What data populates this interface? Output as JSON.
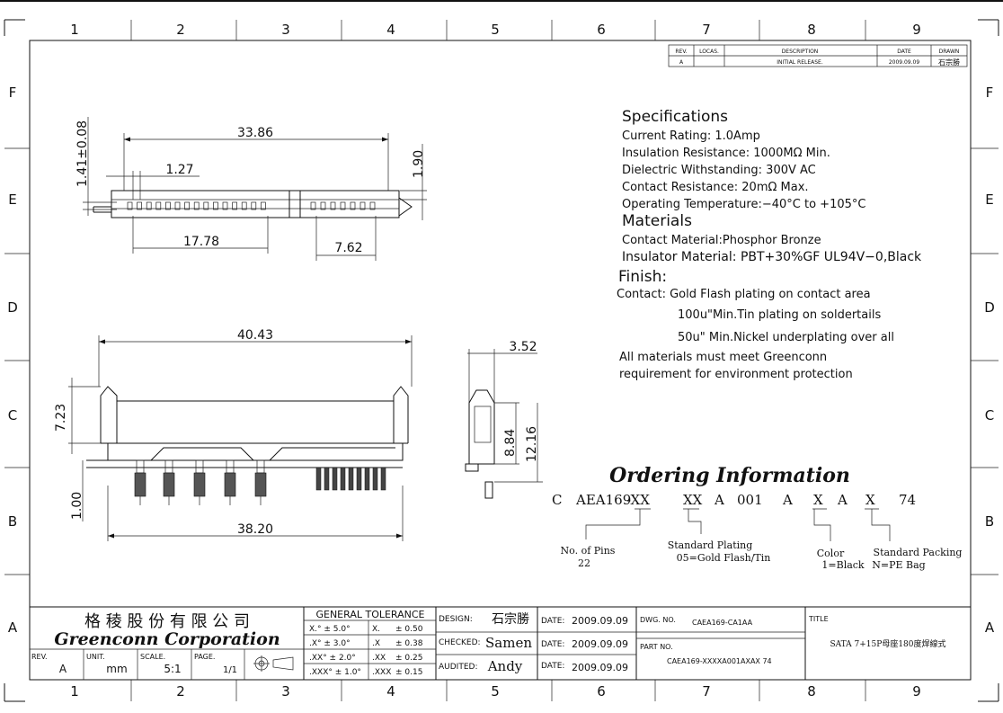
{
  "frame": {
    "columns": [
      "1",
      "2",
      "3",
      "4",
      "5",
      "6",
      "7",
      "8",
      "9"
    ],
    "rows": [
      "F",
      "E",
      "D",
      "C",
      "B",
      "A"
    ]
  },
  "revision": {
    "headers": [
      "REV.",
      "LOCAS.",
      "DESCRIPTION",
      "DATE",
      "DRAWN"
    ],
    "row": [
      "A",
      "",
      "INITIAL RELEASE.",
      "2009.09.09",
      "石宗勝"
    ]
  },
  "specifications": {
    "heading": "Specifications",
    "lines": [
      "Current Rating: 1.0Amp",
      "Insulation Resistance: 1000MΩ Min.",
      "Dielectric Withstanding: 300V AC",
      "Contact Resistance: 20mΩ Max.",
      "Operating Temperature:−40°C to +105°C"
    ],
    "materials_heading": "Materials",
    "materials": [
      "Contact Material:Phosphor Bronze",
      "Insulator Material: PBT+30%GF UL94V−0,Black"
    ],
    "finish_heading": "Finish:",
    "finish": [
      "Contact: Gold Flash plating on contact area",
      "100u\"Min.Tin plating on soldertails",
      "50u\" Min.Nickel underplating over all"
    ],
    "env": [
      "All materials must meet Greenconn",
      "requirement for environment protection"
    ]
  },
  "dimensions": {
    "d1": "33.86",
    "d2": "1.41±0.08",
    "d3": "1.27",
    "d4": "1.90",
    "d5": "17.78",
    "d6": "7.62",
    "d7": "40.43",
    "d8": "7.23",
    "d9": "1.00",
    "d10": "38.20",
    "d11": "3.52",
    "d12": "8.84",
    "d13": "12.16"
  },
  "ordering": {
    "title": "Ordering Information",
    "code": [
      "C",
      "AEA169",
      "-XX",
      "XX",
      "A",
      "001",
      "A",
      "X",
      "A",
      "X",
      "74"
    ],
    "pins_label": "No. of Pins",
    "pins_value": "22",
    "plating_label": "Standard Plating",
    "plating_value": "05=Gold Flash/Tin",
    "color_label": "Color",
    "color_value": "1=Black",
    "packing_label": "Standard Packing",
    "packing_value": "N=PE Bag"
  },
  "title_block": {
    "company_cn": "格 稜 股 份 有 限 公 司",
    "company_en": "Greenconn Corporation",
    "rev_label": "REV.",
    "rev_value": "A",
    "unit_label": "UNIT.",
    "unit_value": "mm",
    "scale_label": "SCALE.",
    "scale_value": "5:1",
    "page_label": "PAGE.",
    "page_value": "1/1",
    "tol_heading": "GENERAL TOLERANCE",
    "tol": [
      [
        "X.° ± 5.0°",
        "X.",
        "± 0.50"
      ],
      [
        ".X° ± 3.0°",
        ".X",
        "± 0.38"
      ],
      [
        ".XX° ± 2.0°",
        ".XX",
        "± 0.25"
      ],
      [
        ".XXX° ± 1.0°",
        ".XXX",
        "± 0.15"
      ]
    ],
    "design_label": "DESIGN:",
    "design_value": "石宗勝",
    "checked_label": "CHECKED:",
    "checked_value": "Samen",
    "audited_label": "AUDITED:",
    "audited_value": "Andy",
    "date_label": "DATE:",
    "date_value": "2009.09.09",
    "dwg_label": "DWG. NO.",
    "dwg_value": "CAEA169-CA1AA",
    "part_label": "PART NO.",
    "part_value": "CAEA169-XXXXA001AXAX 74",
    "title_label": "TITLE",
    "title_value": "SATA 7+15P母座180度焊線式"
  }
}
